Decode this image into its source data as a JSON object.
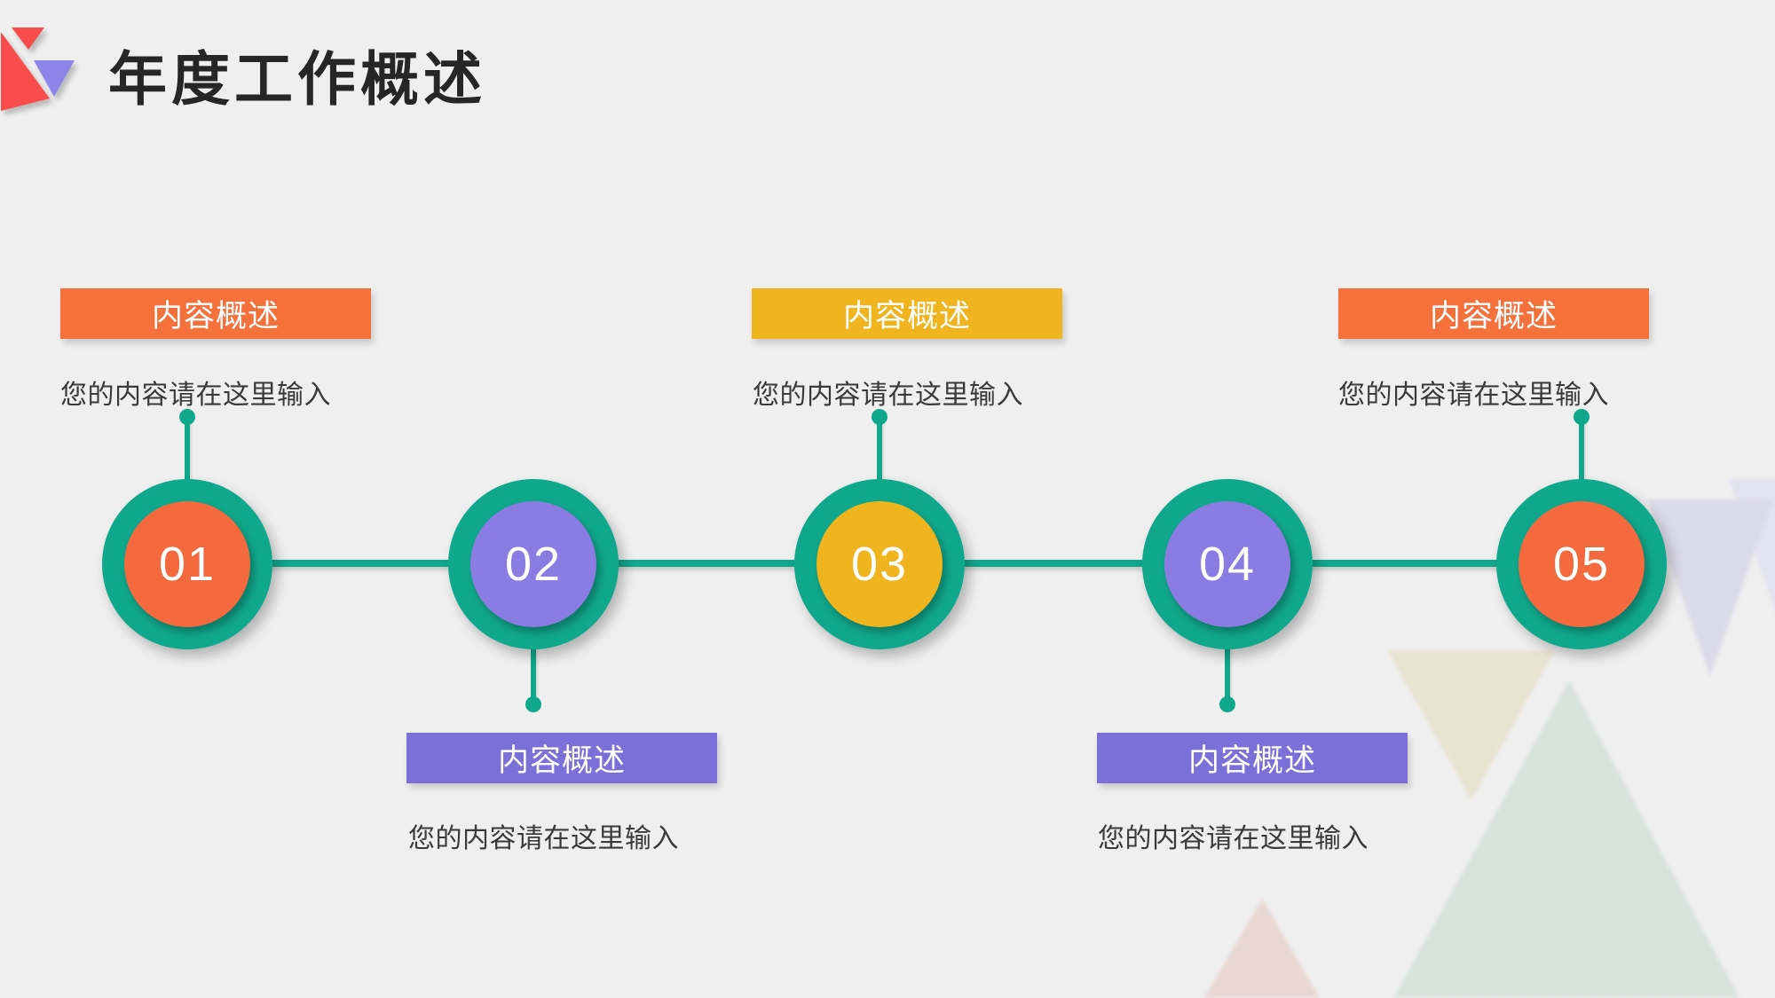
{
  "slide": {
    "title": "年度工作概述",
    "colors": {
      "background": "#efefef",
      "teal": "#10a88c",
      "title_color": "#262626",
      "text_dark": "#3a3a3a",
      "logo_red": "#f94e4e",
      "logo_purple": "#8e84e8"
    },
    "logo": {
      "name": "red-purple-triangles-logo"
    },
    "decor_triangles": {
      "beige": "#e9e3d1",
      "lavender_a": "#dbdae8",
      "lavender_b": "#e3e2ef",
      "green": "#d7e2dd",
      "pink": "#e9d7d3"
    },
    "timeline": {
      "items": [
        {
          "number": "01",
          "label": "内容概述",
          "description": "您的内容请在这里输入",
          "position": "top",
          "circle_color": "#f5693f",
          "label_color": "#f4713c"
        },
        {
          "number": "02",
          "label": "内容概述",
          "description": "您的内容请在这里输入",
          "position": "bottom",
          "circle_color": "#8b7ce3",
          "label_color": "#7c6fd8"
        },
        {
          "number": "03",
          "label": "内容概述",
          "description": "您的内容请在这里输入",
          "position": "top",
          "circle_color": "#f0b41f",
          "label_color": "#f0b41f"
        },
        {
          "number": "04",
          "label": "内容概述",
          "description": "您的内容请在这里输入",
          "position": "bottom",
          "circle_color": "#8b7ce3",
          "label_color": "#7c6fd8"
        },
        {
          "number": "05",
          "label": "内容概述",
          "description": "您的内容请在这里输入",
          "position": "top",
          "circle_color": "#f5693f",
          "label_color": "#f4713c"
        }
      ]
    }
  }
}
